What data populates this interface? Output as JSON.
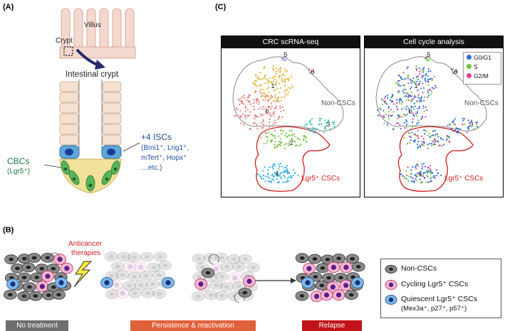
{
  "panel_a": {
    "letter": "(A)",
    "villus_label": "Villus",
    "crypt_label": "Crypt",
    "intestinal_crypt_label": "Intestinal crypt",
    "cbc_label": "CBCs",
    "cbc_marker": "(Lgr5⁺)",
    "isc_label": "+4 ISCs",
    "isc_markers_line1": "(Bmi1⁺, Lrig1⁺,",
    "isc_markers_line2": "mTert⁺, Hopx⁺",
    "isc_markers_line3": "…etc.)"
  },
  "panel_b": {
    "letter": "(B)",
    "therapy_line1": "Anticancer",
    "therapy_line2": "therapies",
    "stage_bars": [
      {
        "label": "No treatment",
        "color": "#6e6e6e"
      },
      {
        "label": "Persistence & reactivation",
        "color": "#e0623a"
      },
      {
        "label": "Relapse",
        "color": "#c0141a"
      }
    ],
    "legend": [
      {
        "label": "Non-CSCs",
        "type": "non-csc"
      },
      {
        "label": "Cycling Lgr5⁺ CSCs",
        "type": "cycling"
      },
      {
        "label": "Quiescent Lgr5⁺ CSCs",
        "type": "quiescent"
      }
    ],
    "legend_sub": "(Mex3a⁺, p27⁺, p57⁺)"
  },
  "panel_c": {
    "letter": "(C)",
    "left_title": "CRC scRNA-seq",
    "right_title": "Cell cycle analysis",
    "cluster_labels": [
      "0",
      "1",
      "2",
      "3",
      "4",
      "5",
      "6"
    ],
    "non_csc_label": "Non-CSCs",
    "lgr5_label": "Lgr5⁺ CSCs",
    "cell_cycle_legend": [
      {
        "label": "G0/G1",
        "color": "#2a6fdc"
      },
      {
        "label": "S",
        "color": "#6cc33a"
      },
      {
        "label": "G2/M",
        "color": "#e0409a"
      }
    ],
    "cluster_colors": [
      "#ee7b78",
      "#e3b43f",
      "#7cc24a",
      "#3bc2b3",
      "#2fb0dc",
      "#a88ad8",
      "#e07ad4"
    ]
  },
  "colors": {
    "lgr5_outline": "#d32020",
    "non_csc_outline": "#888888",
    "isc_blue": "#1f4fa0",
    "cbc_green": "#1a7a3c"
  }
}
